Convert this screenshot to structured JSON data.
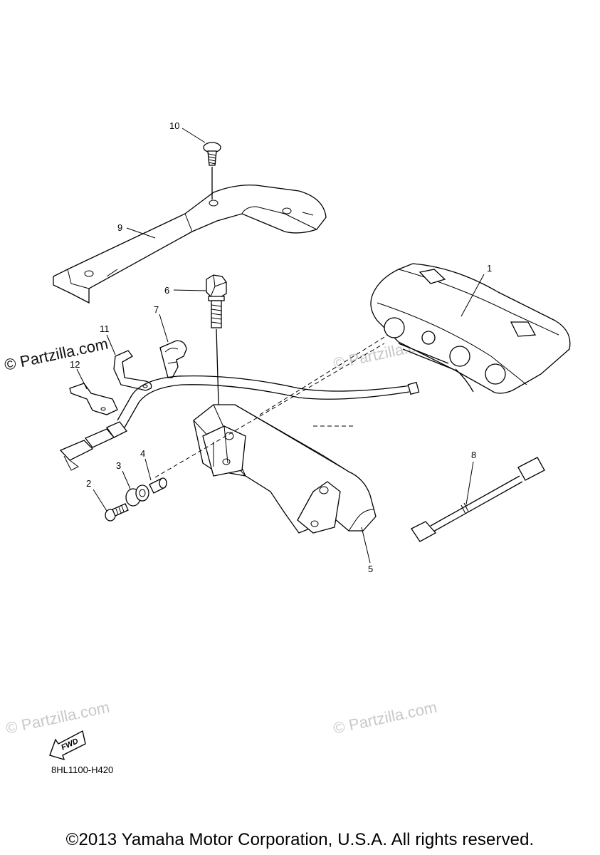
{
  "callouts": [
    "1",
    "2",
    "3",
    "4",
    "5",
    "6",
    "7",
    "8",
    "9",
    "10",
    "11",
    "12"
  ],
  "watermarks": {
    "main": "© Partzilla.com",
    "light": "© Partzilla.com"
  },
  "fwd_label": "FWD",
  "diagram_code": "8HL1100-H420",
  "copyright": "©2013 Yamaha Motor Corporation, U.S.A. All rights reserved."
}
